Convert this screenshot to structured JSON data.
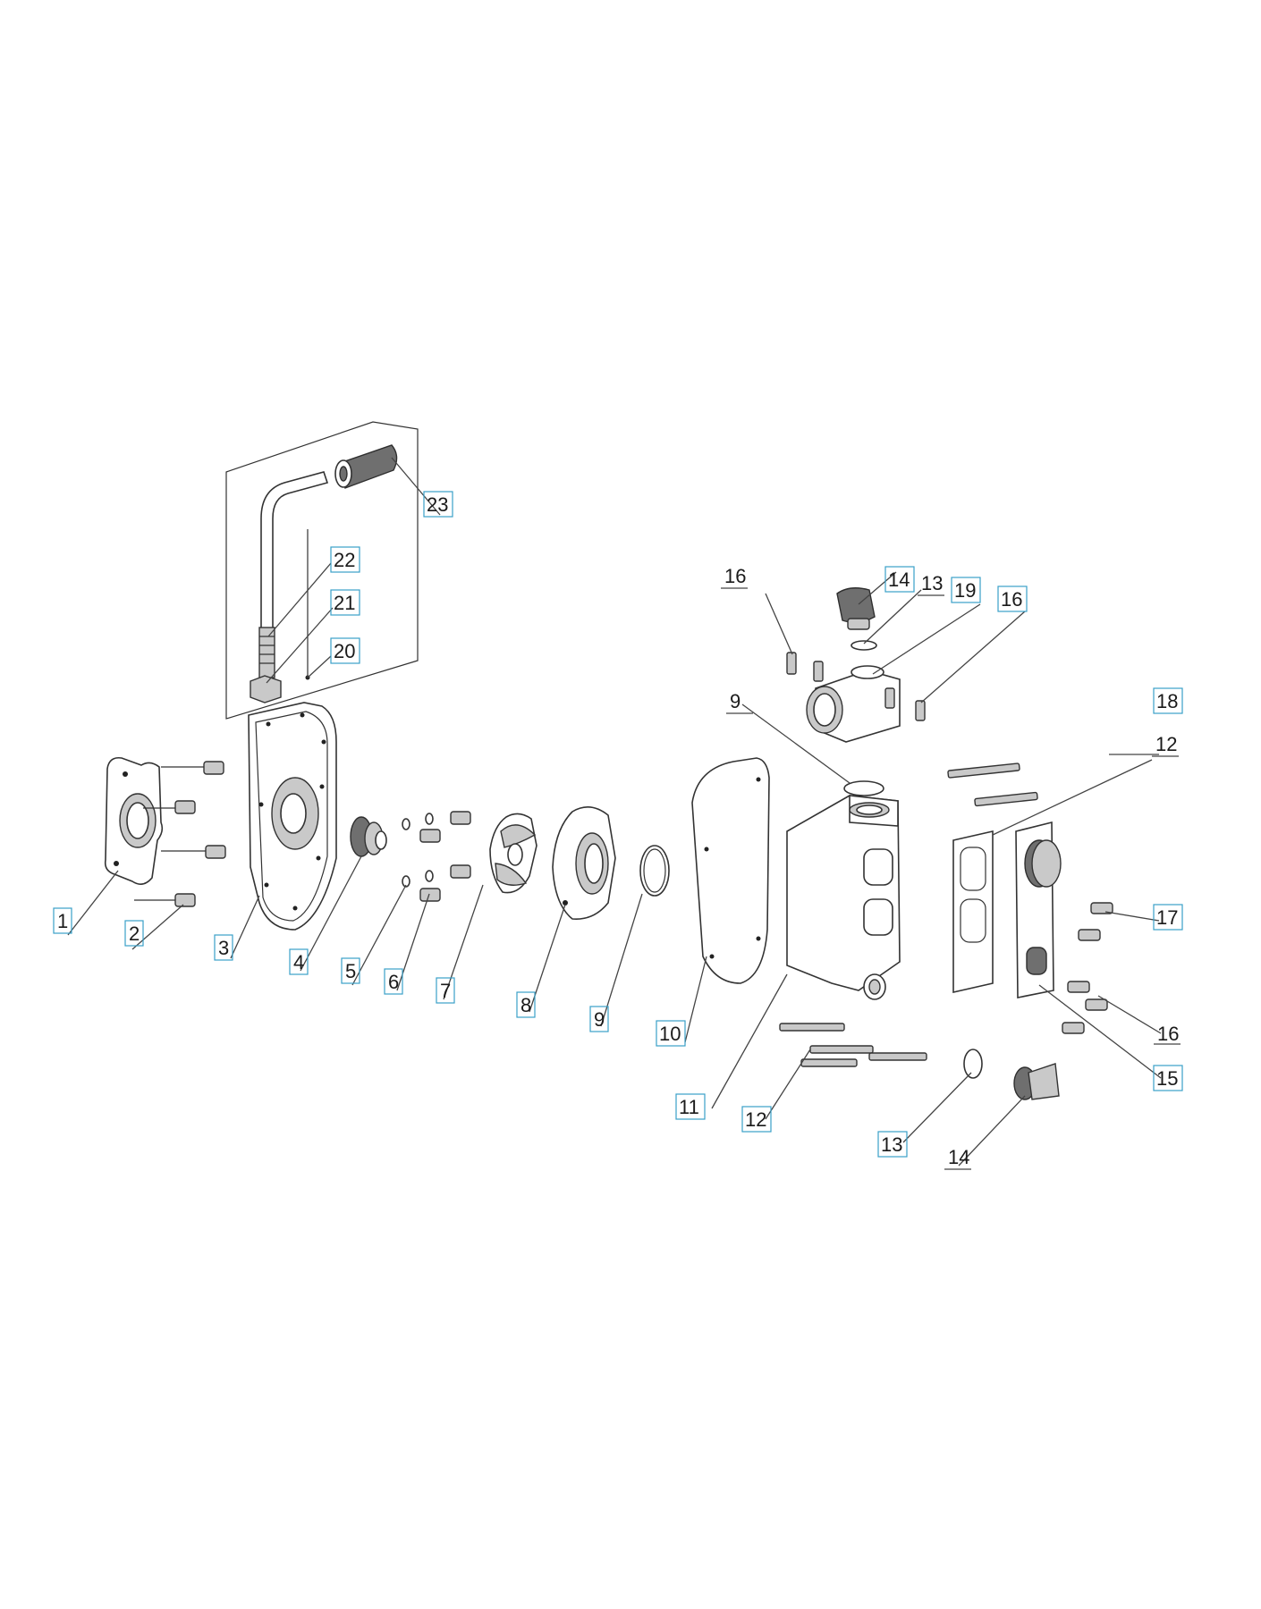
{
  "labels": {
    "l1": "1",
    "l2": "2",
    "l3": "3",
    "l4": "4",
    "l5": "5",
    "l6": "6",
    "l7": "7",
    "l8": "8",
    "l9a": "9",
    "l9b": "9",
    "l10": "10",
    "l11": "11",
    "l12a": "12",
    "l12b": "12",
    "l13a": "13",
    "l13b": "13",
    "l14a": "14",
    "l14b": "14",
    "l15": "15",
    "l16a": "16",
    "l16b": "16",
    "l16c": "16",
    "l17": "17",
    "l18": "18",
    "l19": "19",
    "l20": "20",
    "l21": "21",
    "l22": "22",
    "l23": "23"
  }
}
